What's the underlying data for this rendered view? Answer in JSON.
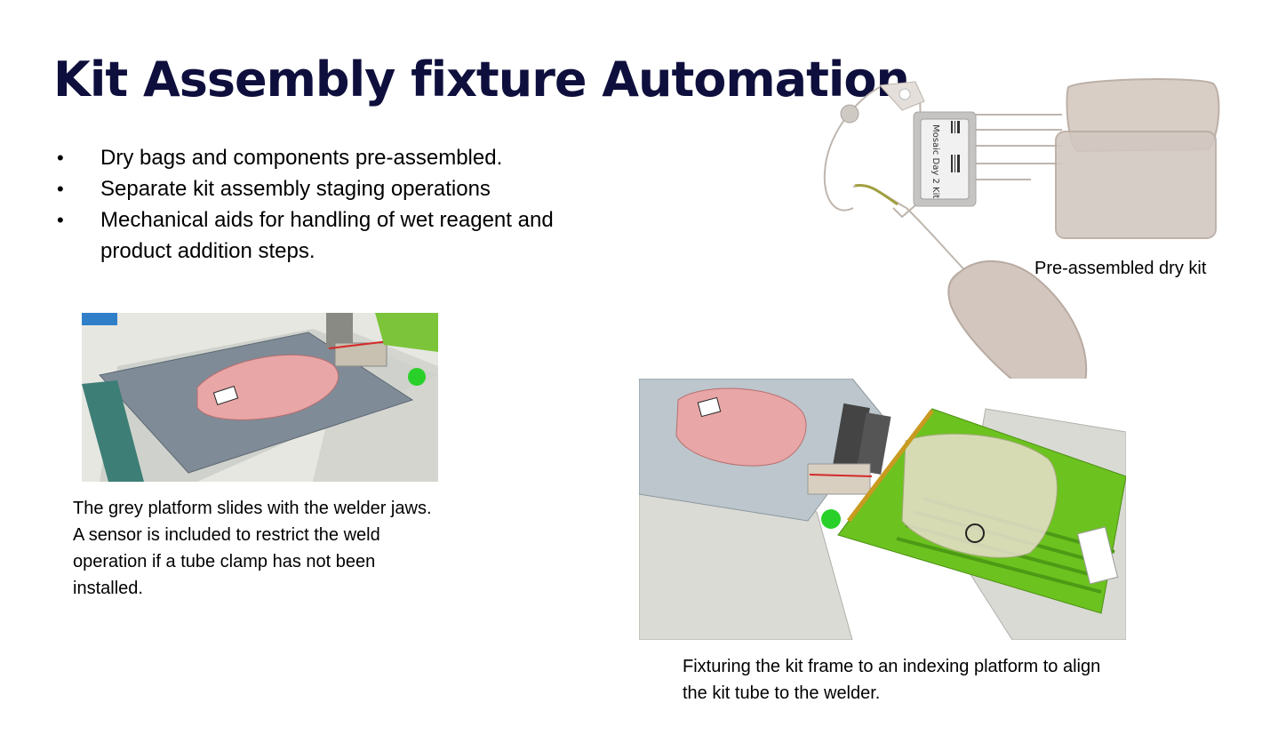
{
  "slide": {
    "title": "Kit Assembly fixture Automation",
    "bullets": [
      "Dry bags and components pre-assembled.",
      "Separate kit assembly staging operations",
      "Mechanical aids for handling of wet reagent and product addition steps."
    ]
  },
  "images": {
    "dry_kit": {
      "caption": "Pre-assembled dry kit",
      "label_text": "Mosaic Day 2 Kit"
    },
    "grey_platform": {
      "caption_lines": [
        "The grey platform slides with the welder jaws.",
        "A sensor is included to restrict the weld operation if a tube clamp has not been installed."
      ]
    },
    "kit_frame": {
      "caption": "Fixturing the kit frame to an indexing platform to align the kit tube to the welder."
    }
  },
  "colors": {
    "title": "#0f0f3d",
    "bag_beige": "#d8ccc4",
    "bag_pink": "#e8a6a6",
    "platform_grey": "#7f8b96",
    "frame_green": "#6cc21f",
    "sensor_green": "#2ad02a"
  }
}
